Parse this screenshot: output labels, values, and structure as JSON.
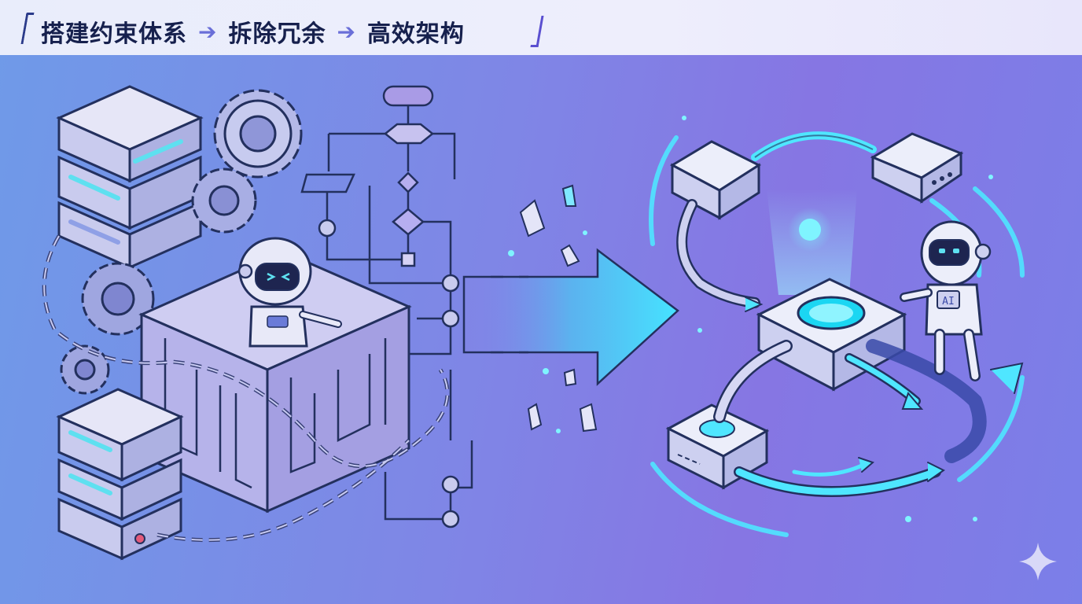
{
  "header": {
    "steps": [
      "搭建约束体系",
      "拆除冗余",
      "高效架构"
    ],
    "separator": "➔"
  },
  "robot_badge": "AI",
  "icons": {
    "arrow": "arrow-right-icon",
    "sparkle": "sparkle-icon",
    "gear": "gear-icon",
    "server": "server-icon",
    "robot": "robot-icon"
  },
  "colors": {
    "accent": "#4fe6ff",
    "outline": "#23305e",
    "box_fill": "#e4e4f6",
    "box_side": "#b8bbe6"
  }
}
